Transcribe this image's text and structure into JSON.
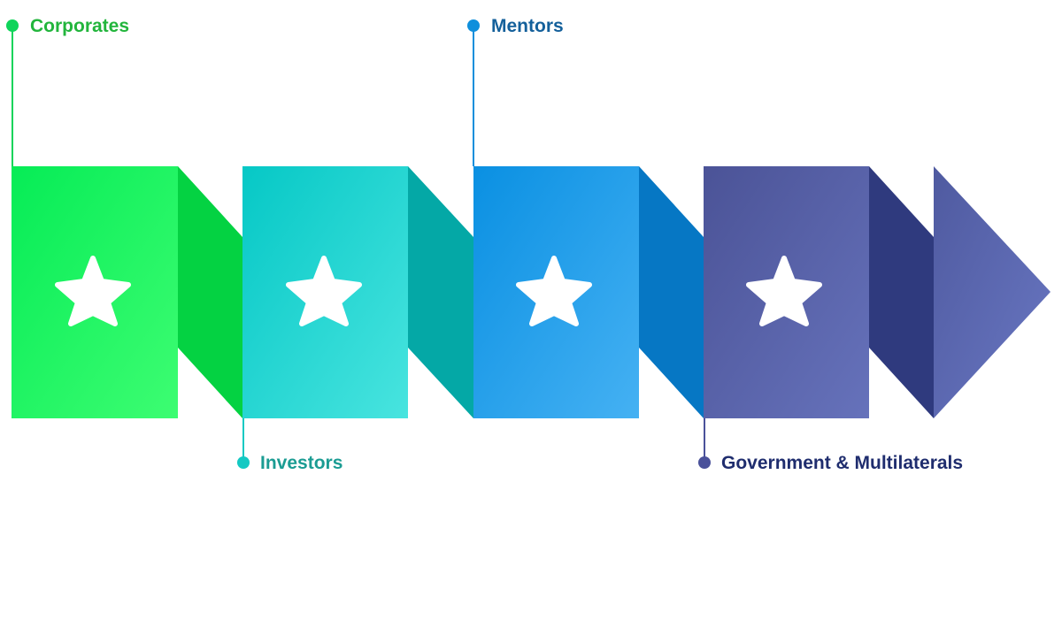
{
  "stages": [
    {
      "label": "Corporates",
      "icon": "star-icon",
      "label_position": "top",
      "colors": {
        "text": "#22b53c",
        "dot": "#0fd45a",
        "face_from": "#06ec56",
        "face_to": "#3dfd72",
        "fold": "#04d242"
      }
    },
    {
      "label": "Investors",
      "icon": "star-icon",
      "label_position": "bottom",
      "colors": {
        "text": "#1b9c93",
        "dot": "#14c9c3",
        "face_from": "#06c8c6",
        "face_to": "#48e4df",
        "fold": "#04a8a6"
      }
    },
    {
      "label": "Mentors",
      "icon": "star-icon",
      "label_position": "top",
      "colors": {
        "text": "#14609b",
        "dot": "#0f8fdc",
        "face_from": "#0a90e2",
        "face_to": "#45b1f3",
        "fold": "#0677c4"
      }
    },
    {
      "label": "Government & Multilaterals",
      "icon": "star-icon",
      "label_position": "bottom",
      "colors": {
        "text": "#1f2d6e",
        "dot": "#4a519a",
        "face_from": "#4b5397",
        "face_to": "#6672bb",
        "fold": "#2f3a7e"
      }
    }
  ],
  "arrow": {
    "icon": "arrow-head",
    "colors": {
      "from": "#4f5aa0",
      "to": "#6977c2"
    }
  }
}
